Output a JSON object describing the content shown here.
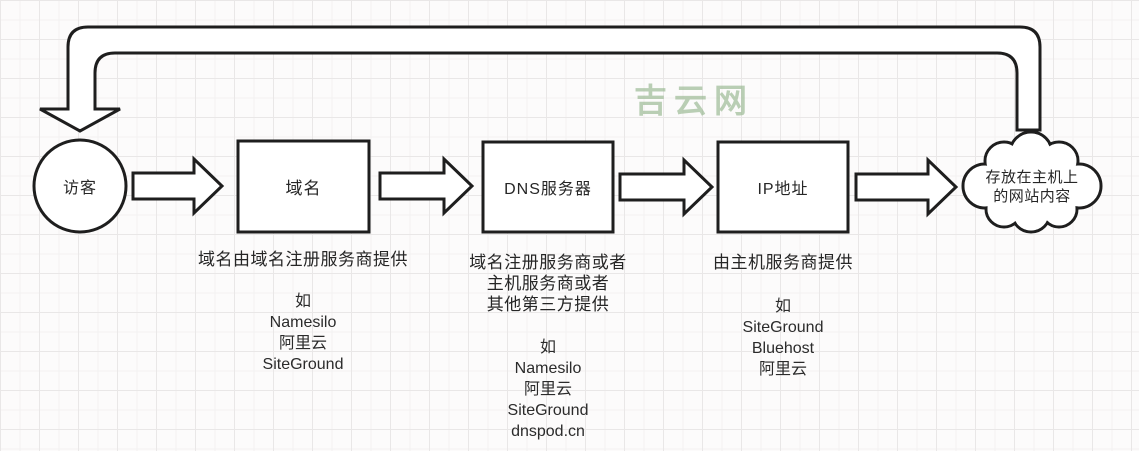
{
  "watermark": {
    "text": "吉云网",
    "color": "#90b288"
  },
  "nodes": {
    "visitor": {
      "label": "访客"
    },
    "domain": {
      "label": "域名"
    },
    "dns": {
      "label": "DNS服务器"
    },
    "ip": {
      "label": "IP地址"
    },
    "content": {
      "line1": "存放在主机上",
      "line2": "的网站内容"
    }
  },
  "annotations": {
    "domain": {
      "provider_lines": [
        "域名由域名注册服务商提供"
      ],
      "examples": [
        "如",
        "Namesilo",
        "阿里云",
        "SiteGround"
      ]
    },
    "dns": {
      "provider_lines": [
        "域名注册服务商或者",
        "主机服务商或者",
        "其他第三方提供"
      ],
      "examples": [
        "如",
        "Namesilo",
        "阿里云",
        "SiteGround",
        "dnspod.cn"
      ]
    },
    "ip": {
      "provider_lines": [
        "由主机服务商提供"
      ],
      "examples": [
        "如",
        "SiteGround",
        "Bluehost",
        "阿里云"
      ]
    }
  },
  "colors": {
    "stroke": "#1e1e1e",
    "shape_fill": "#ffffff",
    "background": "#fcfbfb",
    "grid_major": "#e9e7e7",
    "grid_minor": "#f3f1f1",
    "text": "#262626"
  }
}
